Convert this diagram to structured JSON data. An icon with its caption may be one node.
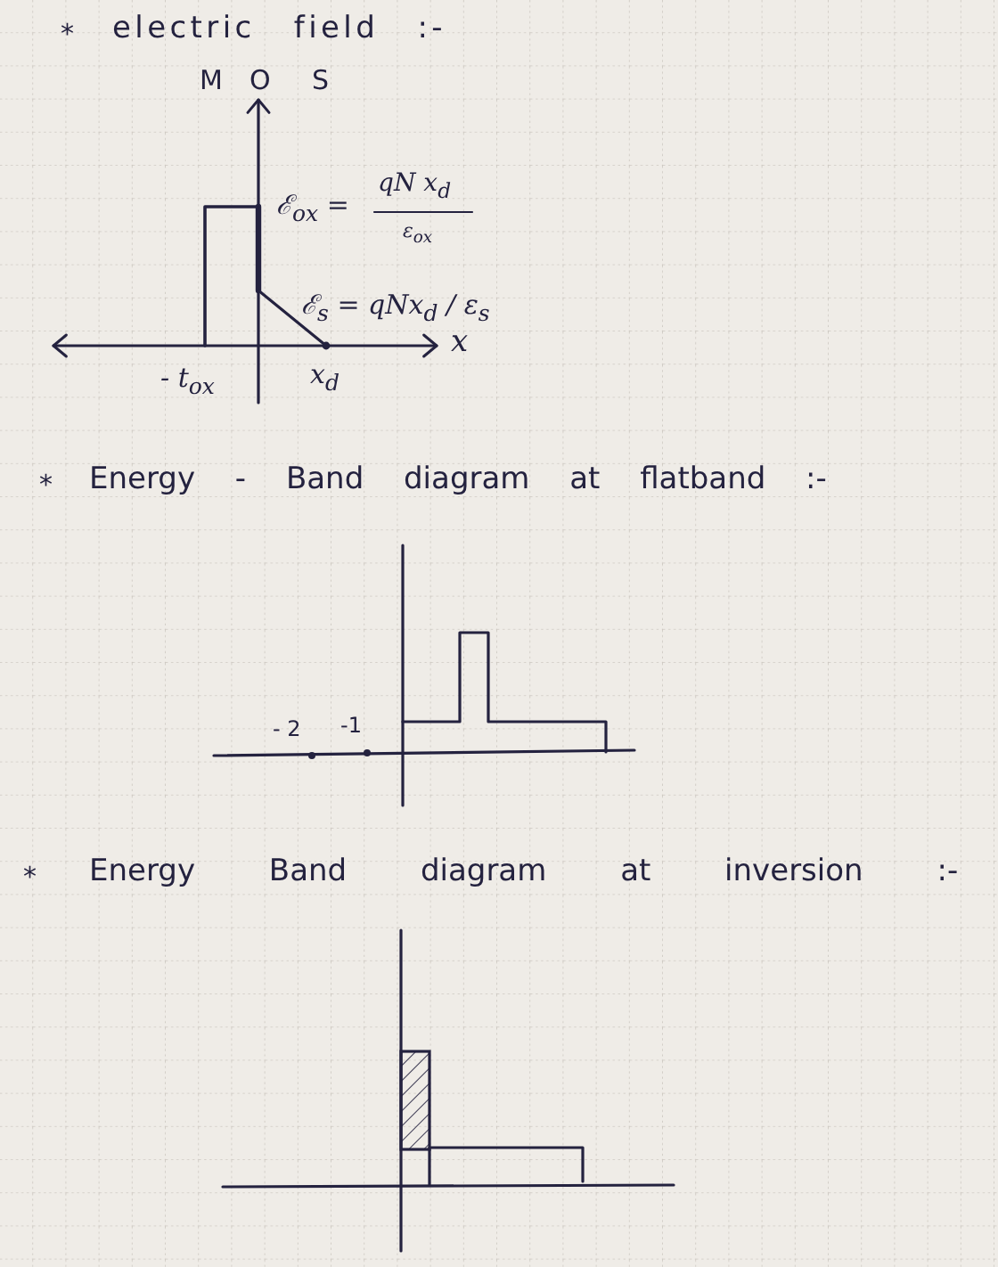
{
  "diagram": {
    "labels": [
      "*",
      "electric field :-",
      "M",
      "O",
      "S",
      "ℰ$_{ox}$ =",
      "qN x$_{d}$",
      "ε$_{ox}$",
      "ℰ$_{s}$ = qNx$_{d}$ / ε$_{s}$",
      "x",
      "- t$_{ox}$",
      "x$_{d}$",
      "*",
      "Energy - Band diagram at flatband :-",
      "- 2",
      "-1",
      "*",
      "Energy Band diagram at inversion :-"
    ]
  }
}
